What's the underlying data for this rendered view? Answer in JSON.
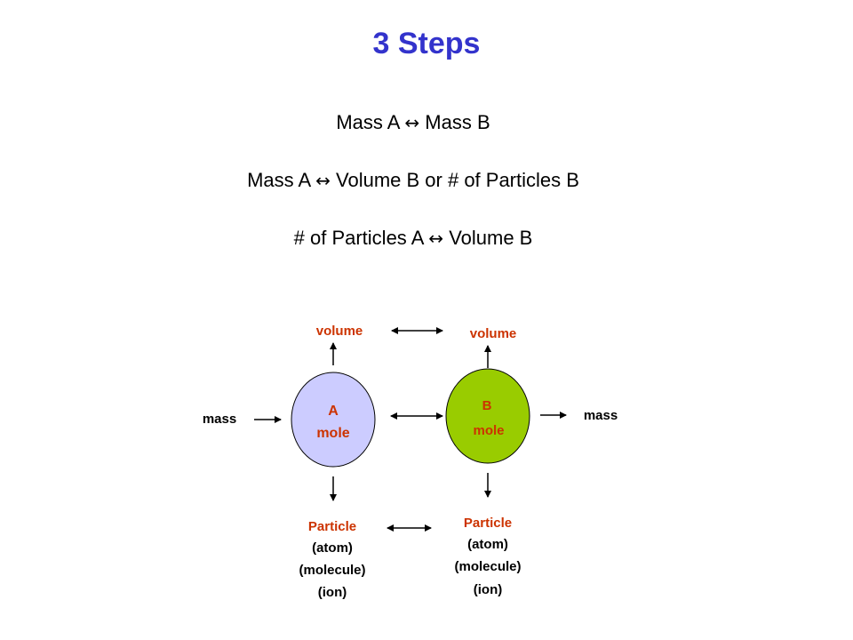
{
  "title": "3 Steps",
  "conversions": [
    {
      "left": "Mass A",
      "arrow": "↔",
      "right": "Mass B"
    },
    {
      "left": "Mass A",
      "arrow": "↔",
      "right": "Volume B or # of Particles B"
    },
    {
      "left": "# of Particles A",
      "arrow": "↔",
      "right": "Volume B"
    }
  ],
  "diagram": {
    "node_a": {
      "letter": "A",
      "word": "mole",
      "fill": "#ccccff"
    },
    "node_b": {
      "letter": "B",
      "word": "mole",
      "fill": "#99cc00"
    },
    "volume_a": "volume",
    "volume_b": "volume",
    "mass_a": "mass",
    "mass_b": "mass",
    "particle_a": {
      "head": "Particle",
      "l1": "(atom)",
      "l2": "(molecule)",
      "l3": "(ion)"
    },
    "particle_b": {
      "head": "Particle",
      "l1": "(atom)",
      "l2": "(molecule)",
      "l3": "(ion)"
    },
    "label_color": "#cc3300",
    "title_color": "#3333cc"
  }
}
